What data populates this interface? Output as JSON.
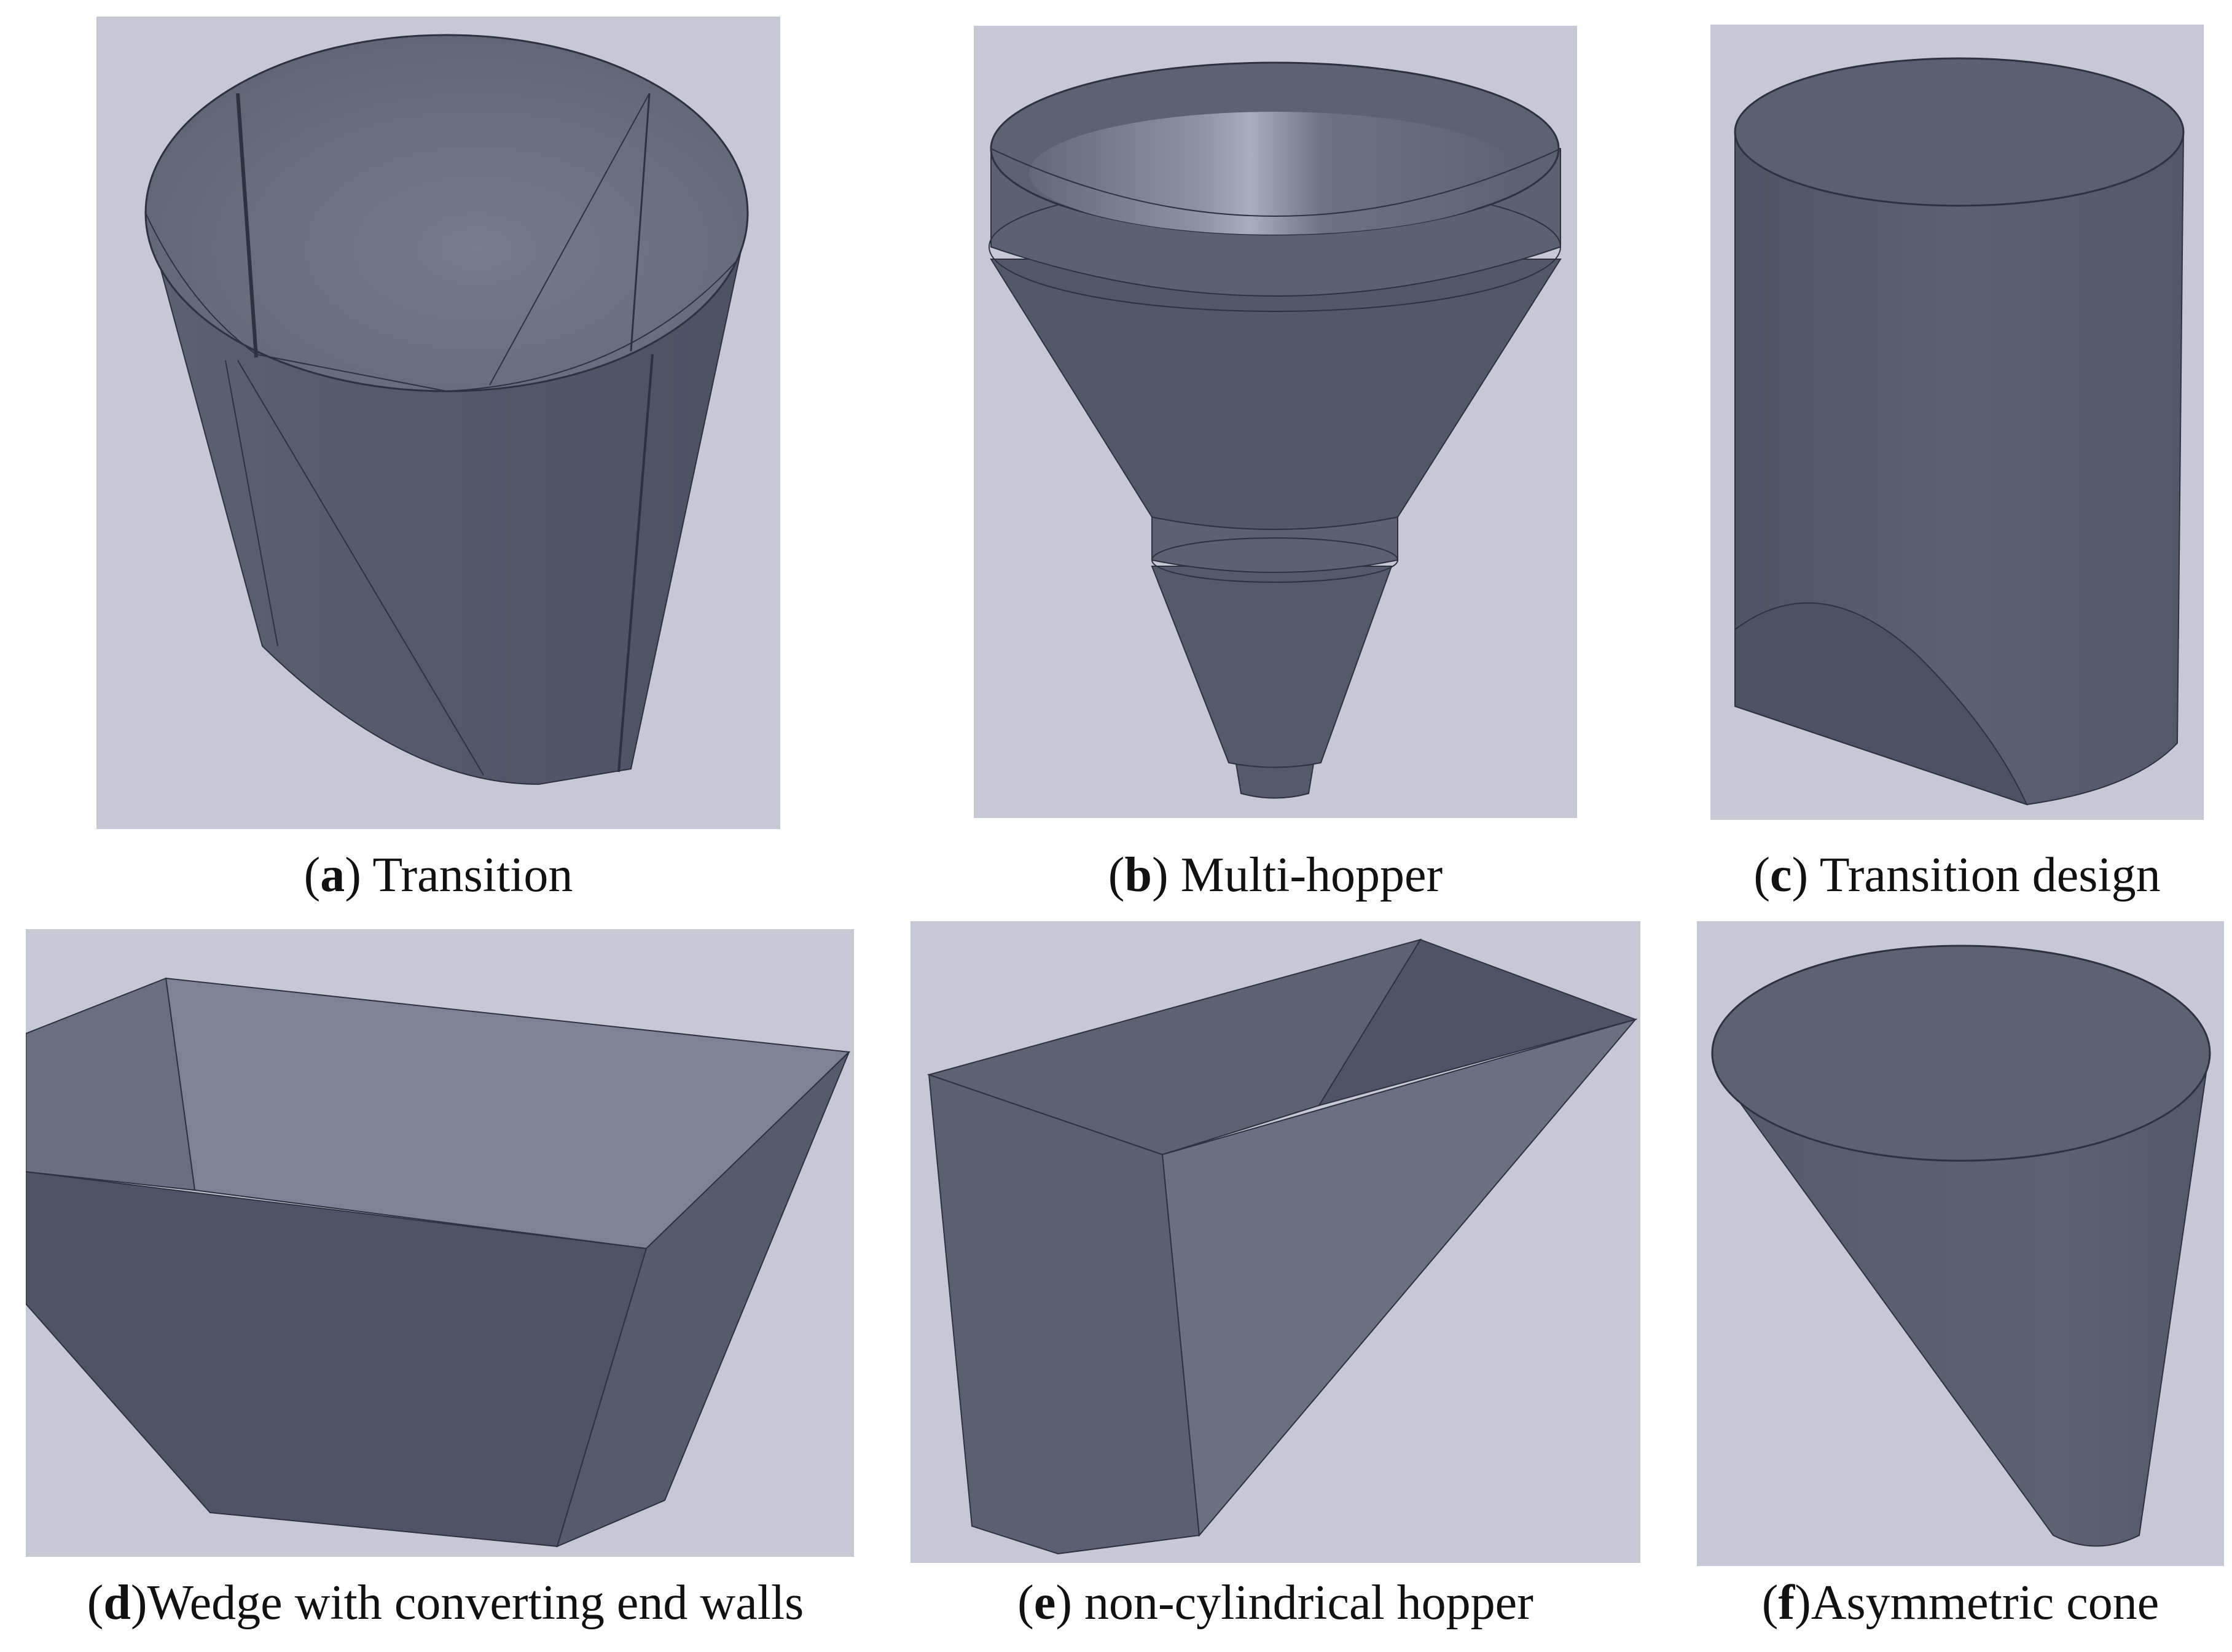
{
  "colors": {
    "background": "#c6c9d5",
    "shape_dark": "#53576a",
    "shape_mid": "#5d6273",
    "shape_light": "#696e80",
    "edge": "#2e3140"
  },
  "panels": [
    {
      "letter": "a",
      "open": "(",
      "close": ") ",
      "text": "Transition"
    },
    {
      "letter": "b",
      "open": "(",
      "close": ") ",
      "text": "Multi-hopper"
    },
    {
      "letter": "c",
      "open": "(",
      "close": ") ",
      "text": "Transition design"
    },
    {
      "letter": "d",
      "open": "(",
      "close": ")",
      "text": "Wedge with converting end walls"
    },
    {
      "letter": "e",
      "open": "(",
      "close": ") ",
      "text": "non-cylindrical hopper"
    },
    {
      "letter": "f",
      "open": "(",
      "close": ")",
      "text": "Asymmetric cone"
    }
  ]
}
